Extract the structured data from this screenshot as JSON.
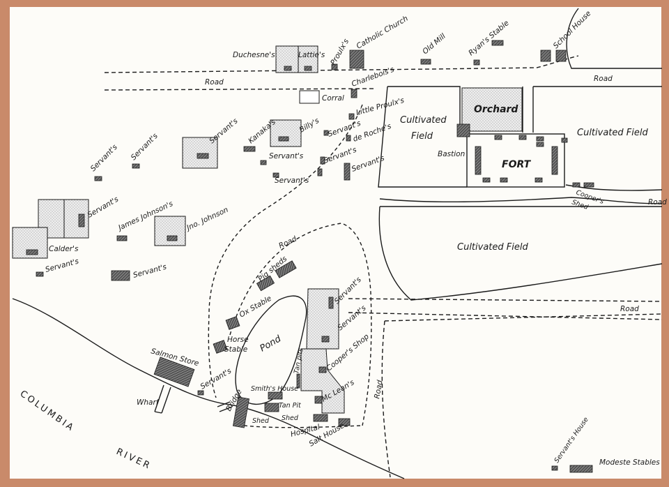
{
  "colors": {
    "border": "#c98a6a",
    "paper": "#fdfcf8",
    "ink": "#1a1a1a",
    "stipple": "#e6e6e6",
    "building": "#6a6a6a"
  },
  "labels": {
    "duchesne": "Duchesne's",
    "lattie": "Lattie's",
    "proulx": "Proulx's",
    "catholic_church": "Catholic Church",
    "old_mill": "Old Mill",
    "ryans_stable": "Ryan's Stable",
    "school_house": "School House",
    "road_top_left": "Road",
    "road_top_right": "Road",
    "charlebois": "Charlebois's",
    "corral": "Corral",
    "little_proulx": "Little Proulx's",
    "cultivated_field_1": "Cultivated",
    "cultivated_field_1b": "Field",
    "orchard": "Orchard",
    "cultivated_field_2": "Cultivated Field",
    "servants_1": "Servant's",
    "kanaka": "Kanaka's",
    "billys": "Billy's",
    "servants_2": "Servant's",
    "de_roches": "de Roche's",
    "bastion": "Bastion",
    "fort": "FORT",
    "servants_3": "Servant's",
    "servants_4": "Servant's",
    "servants_5": "Servant's",
    "servants_6": "Servant's",
    "servants_7": "Servant's",
    "servants_8": "Servant's",
    "servants_9": "Servant's",
    "coopers_shed_1": "Cooper's",
    "coopers_shed_2": "Shed",
    "road_right_mid": "Road",
    "servants_left": "Servant's",
    "james_johnson": "James Johnson's",
    "jno_johnson": "Jno. Johnson",
    "road_center": "Road",
    "cultivated_field_3": "Cultivated Field",
    "calders": "Calder's",
    "servants_calder": "Servant's",
    "servants_lower": "Servant's",
    "pig_sheds": "Pig sheds",
    "ox_stable": "Ox Stable",
    "servants_east1": "Servant's",
    "road_right_lower": "Road",
    "servants_east2": "Servant's",
    "horse_stable_1": "Horse",
    "horse_stable_2": "Stable",
    "pond": "Pond",
    "coopers_shop": "Cooper's Shop",
    "salmon_store": "Salmon Store",
    "tan_pits": "Tan pits",
    "road_vertical": "Road",
    "servants_wharf": "Servant's",
    "smiths_house": "Smith's House",
    "mcleans": "Mc Lean's",
    "bridge": "Bridge",
    "tan_pit": "Tan Pit",
    "wharf": "Wharf",
    "shed_1": "Shed",
    "shed_2": "Shed",
    "hospital": "Hospital",
    "salt_house": "Salt House",
    "columbia": "COLUMBIA",
    "river": "RIVER",
    "servants_house": "Servant's House",
    "modeste_stables": "Modeste Stables"
  }
}
